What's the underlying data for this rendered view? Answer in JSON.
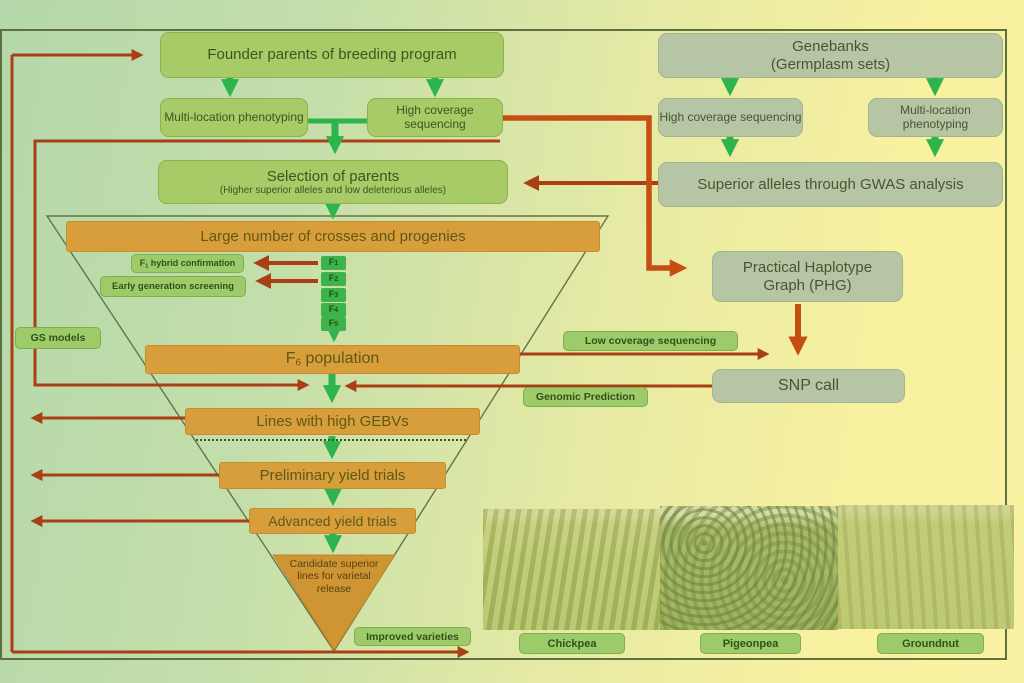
{
  "palette": {
    "background_left": "#b7dcae",
    "background_right": "#f8f1a0",
    "green_box": "#a6cb67",
    "sage_box": "#b6c6a4",
    "orange_bar": "#d99e3c",
    "chip_green": "#9ecb69",
    "badge_green": "#3db44b",
    "arrow_green": "#2db44d",
    "arrow_red": "#aa3f16",
    "arrow_red_thick": "#c54e12"
  },
  "founder_flow": {
    "founder_parents": "Founder parents of breeding program",
    "multi_location": "Multi-location phenotyping",
    "high_coverage": "High coverage sequencing",
    "selection_title": "Selection of parents",
    "selection_subtitle": "(Higher superior alleles and low deleterious alleles)"
  },
  "genebank_flow": {
    "genebanks_title": "Genebanks",
    "genebanks_subtitle": "(Germplasm sets)",
    "high_coverage": "High coverage sequencing",
    "multi_location": "Multi-location phenotyping",
    "gwas": "Superior alleles through GWAS analysis",
    "phg": "Practical Haplotype Graph (PHG)",
    "snp_call": "SNP call"
  },
  "funnel": {
    "crosses": "Large number of crosses and progenies",
    "f1_hybrid": {
      "pre": "F",
      "sub": "1",
      "post": " hybrid confirmation"
    },
    "early_screening": "Early generation screening",
    "generations": [
      {
        "pre": "F",
        "sub": "1"
      },
      {
        "pre": "F",
        "sub": "2"
      },
      {
        "pre": "F",
        "sub": "3"
      },
      {
        "pre": "F",
        "sub": "4"
      },
      {
        "pre": "F",
        "sub": "5"
      }
    ],
    "f6": {
      "pre": "F",
      "sub": "6",
      "post": " population"
    },
    "gebv": "Lines with high GEBVs",
    "preliminary": "Preliminary yield trials",
    "advanced": "Advanced yield trials",
    "candidate": "Candidate superior lines for varietal release"
  },
  "labels": {
    "gs_models": "GS models",
    "low_coverage": "Low coverage sequencing",
    "genomic_prediction": "Genomic Prediction",
    "improved_varieties": "Improved varieties"
  },
  "crops": [
    {
      "name": "Chickpea"
    },
    {
      "name": "Pigeonpea"
    },
    {
      "name": "Groundnut"
    }
  ]
}
